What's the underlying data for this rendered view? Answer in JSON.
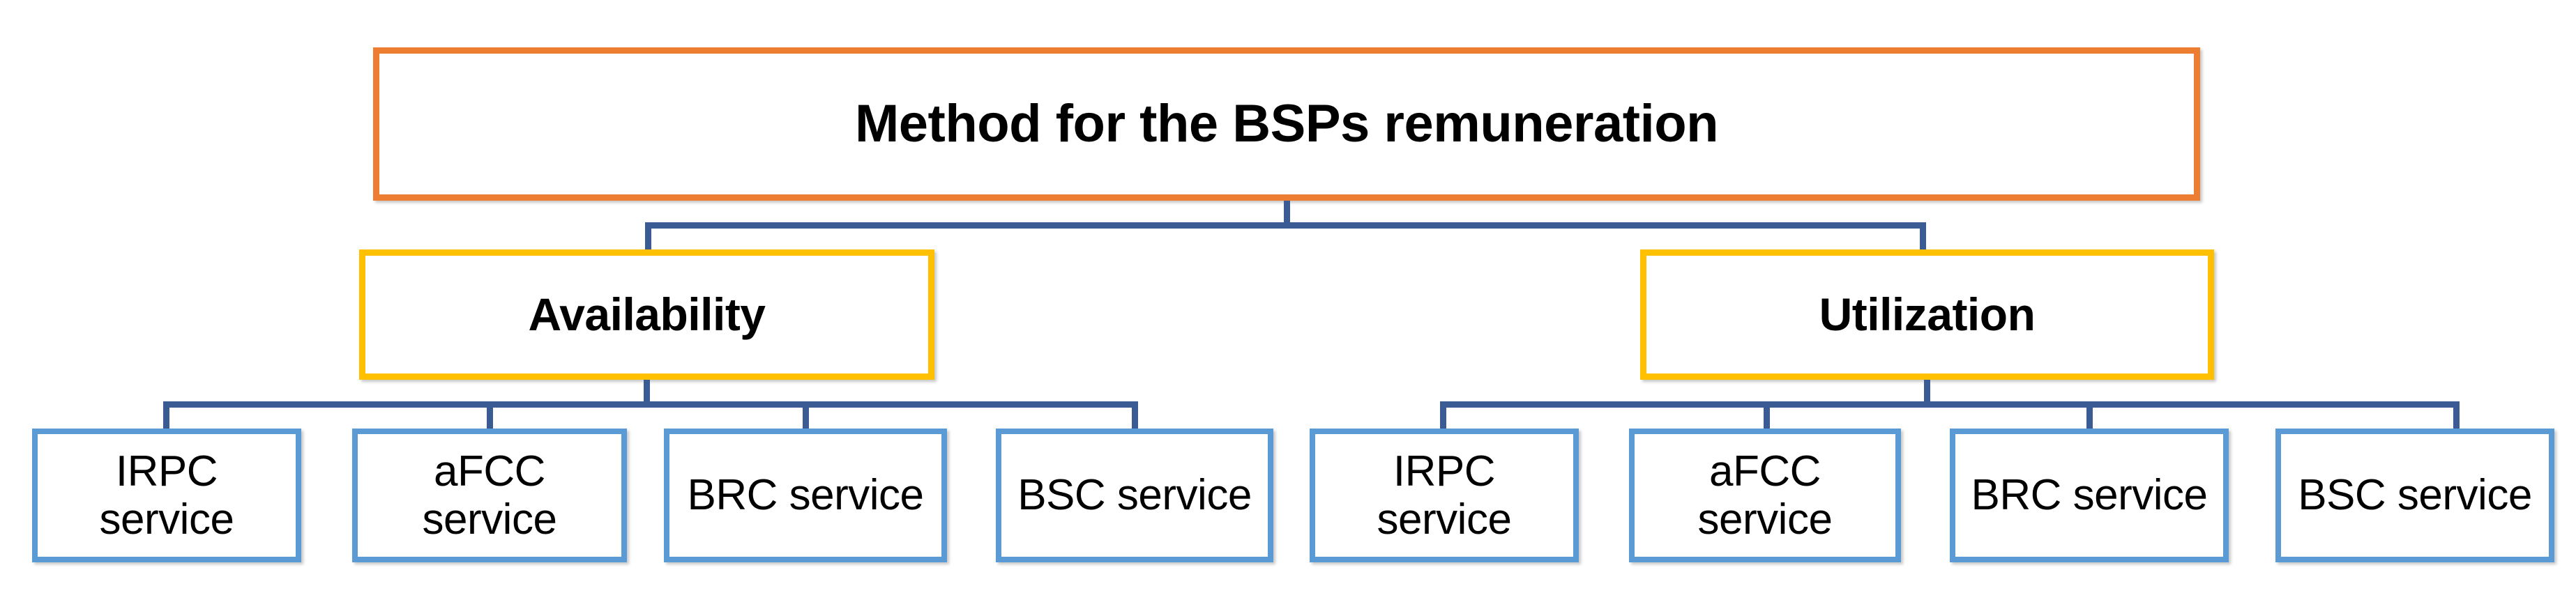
{
  "diagram": {
    "title": "Method for the BSPs remuneration",
    "colors": {
      "root_border": "#ED7D31",
      "branch_border": "#FFC000",
      "leaf_border": "#5B9BD5",
      "connector": "#3A5B93",
      "background": "#FFFFFF",
      "text": "#000000"
    },
    "root": {
      "label": "Method for the BSPs remuneration"
    },
    "branches": [
      {
        "label": "Availability",
        "children": [
          {
            "label": "IRPC\nservice"
          },
          {
            "label": "aFCC\nservice"
          },
          {
            "label": "BRC service"
          },
          {
            "label": "BSC service"
          }
        ]
      },
      {
        "label": "Utilization",
        "children": [
          {
            "label": "IRPC\nservice"
          },
          {
            "label": "aFCC\nservice"
          },
          {
            "label": "BRC service"
          },
          {
            "label": "BSC service"
          }
        ]
      }
    ]
  }
}
